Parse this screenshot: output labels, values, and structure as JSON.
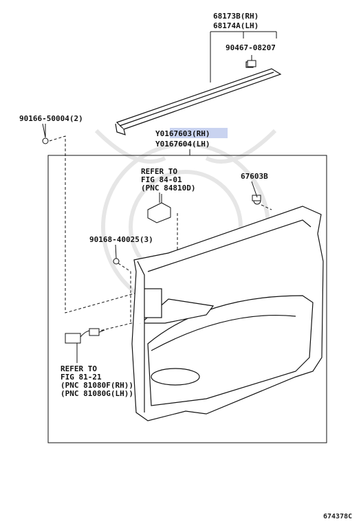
{
  "diagram": {
    "labels": {
      "weatherstrip_rh": "68173B(RH)",
      "weatherstrip_lh": "68174A(LH)",
      "clip_weatherstrip": "90467-08207",
      "screw_top": "90166-50004(2)",
      "panel_rh": "Y0167603(RH)",
      "panel_lh": "Y0167604(LH)",
      "refer_fig_84_line1": "REFER TO",
      "refer_fig_84_line2": "FIG 84-01",
      "refer_fig_84_line3": "(PNC 84810D)",
      "clip_panel": "67603B",
      "screw_mid": "90168-40025(3)",
      "refer_fig_81_line1": "REFER TO",
      "refer_fig_81_line2": "FIG 81-21",
      "refer_fig_81_line3": "(PNC 81080F(RH))",
      "refer_fig_81_line4": "(PNC 81080G(LH))"
    },
    "figure_number": "674378C",
    "colors": {
      "line": "#111111",
      "highlight": "#c9d3f0",
      "watermark": "#e6e6e6"
    }
  }
}
